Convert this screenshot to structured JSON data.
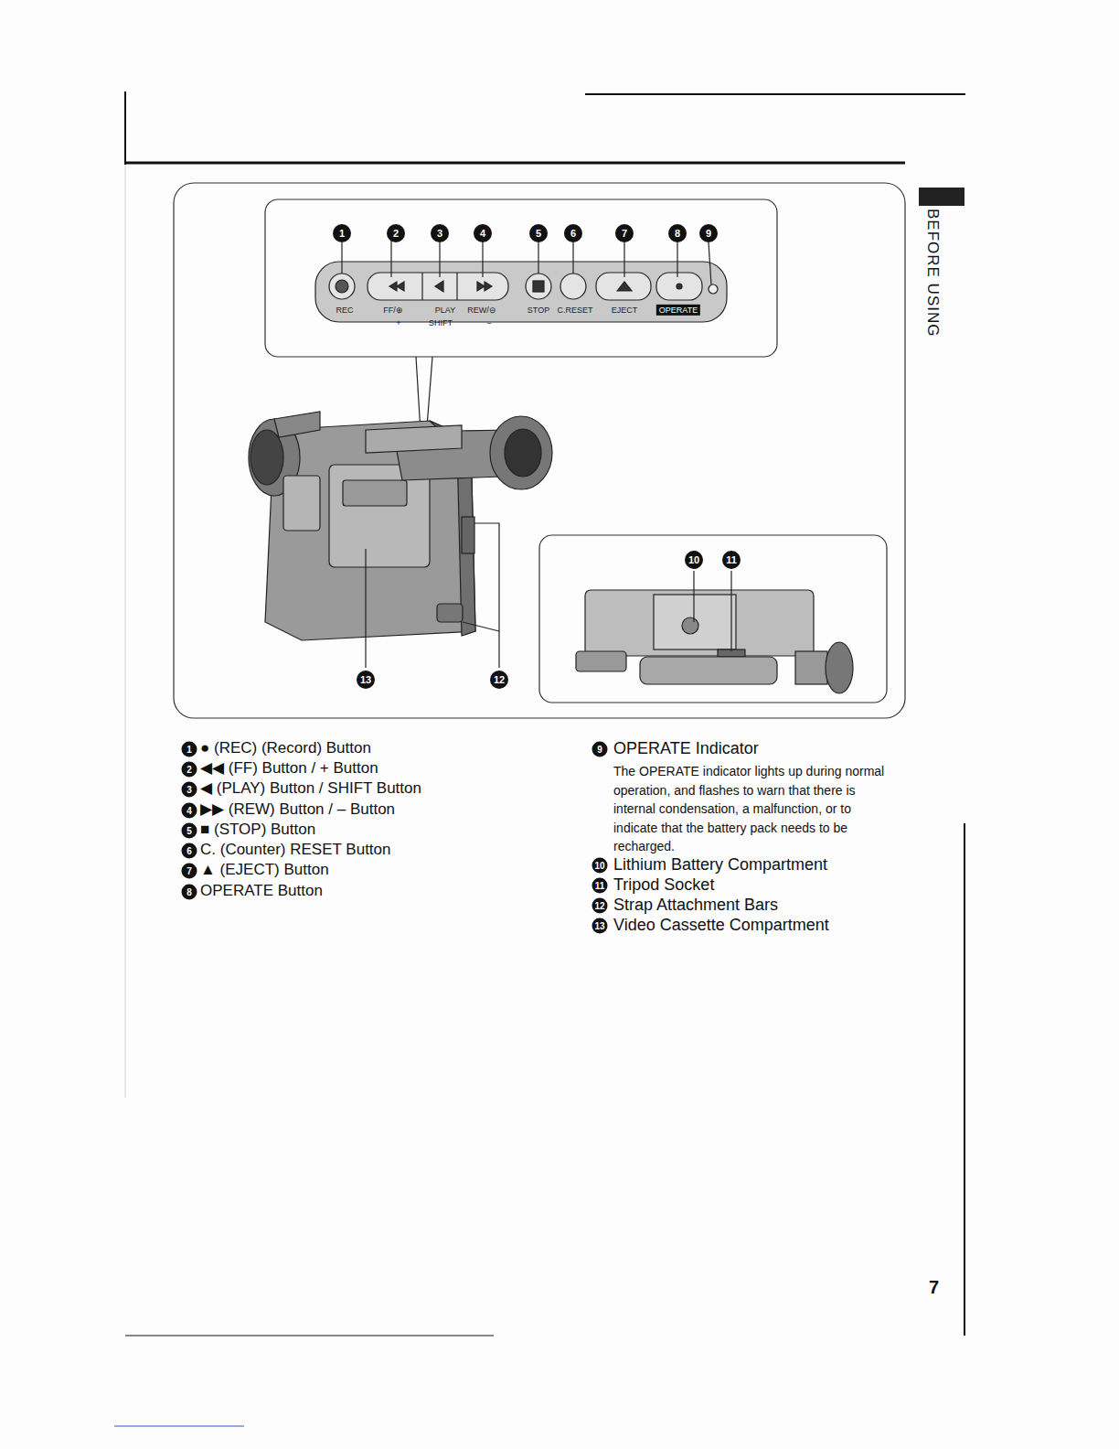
{
  "diagram": {
    "labels": [
      "BEFORE USING",
      "REC",
      "FF/⊕",
      "PLAY",
      "REW/⊖",
      "+",
      "SHIFT",
      "−",
      "STOP",
      "C.RESET",
      "EJECT",
      "OPERATE",
      "1",
      "2",
      "3",
      "4",
      "5",
      "6",
      "7",
      "8",
      "9",
      "10",
      "11",
      "13",
      "12",
      "1",
      "● (REC) (Record) Button",
      "2",
      "◀◀ (FF) Button / + Button",
      "3",
      "◀ (PLAY) Button / SHIFT Button",
      "4",
      "▶▶ (REW) Button / – Button",
      "5",
      "■ (STOP) Button",
      "6",
      "C. (Counter) RESET Button",
      "7",
      "▲ (EJECT) Button",
      "8",
      "OPERATE Button",
      "9",
      "OPERATE Indicator",
      "The OPERATE indicator lights up during normal operation, and flashes to warn that there is internal condensation, a malfunction, or to indicate that the battery pack needs to be recharged.",
      "10",
      "Lithium Battery Compartment",
      "11",
      "Tripod Socket",
      "12",
      "Strap Attachment Bars",
      "13",
      "Video Cassette Compartment",
      "7"
    ]
  }
}
